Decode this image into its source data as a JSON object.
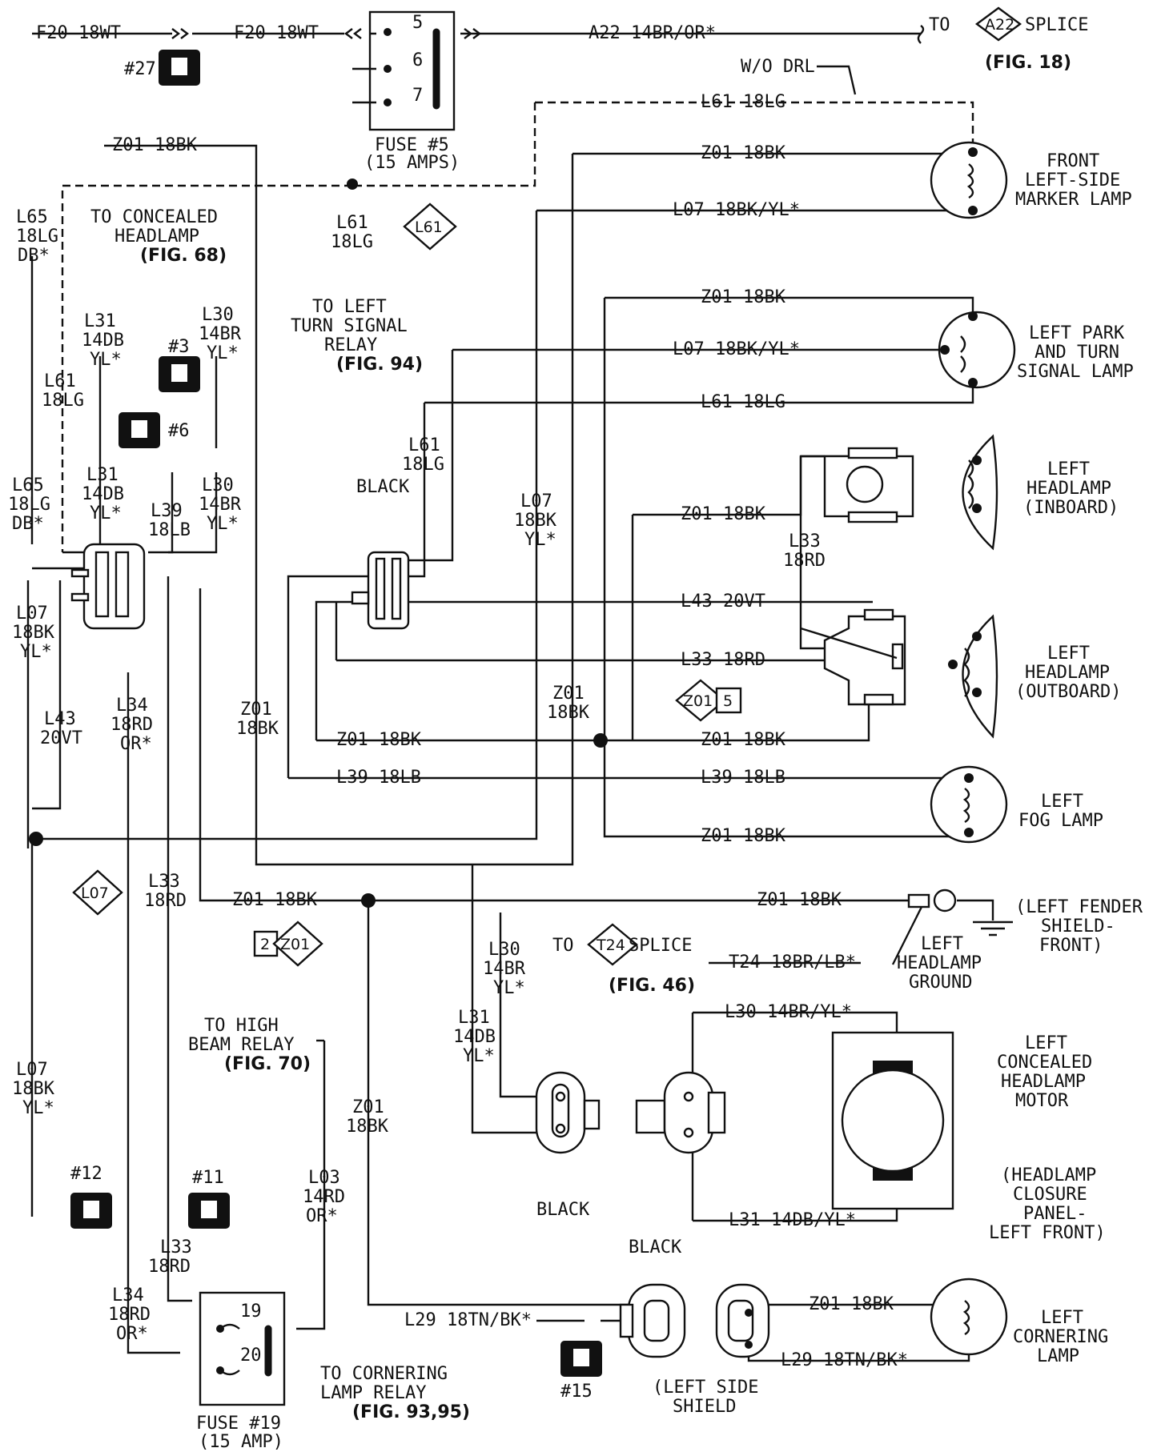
{
  "title": "",
  "wires": {
    "f20_left": "F20 18WT",
    "f20_mid": "F20 18WT",
    "a22": "A22 14BR/OR*",
    "l61_top": "L61 18LG",
    "z01_top": "Z01 18BK",
    "z01_marker": "Z01 18BK",
    "l07_marker": "L07 18BK/YL*",
    "z01_park": "Z01 18BK",
    "l07_park": "L07 18BK/YL*",
    "l61_park": "L61 18LG",
    "z01_inboard": "Z01 18BK",
    "l43_right": "L43 20VT",
    "l33_right": "L33 18RD",
    "z01_mid_left": "Z01 18BK",
    "z01_mid_right": "Z01 18BK",
    "l39_left": "L39 18LB",
    "l39_right": "L39 18LB",
    "z01_fog": "Z01 18BK",
    "z01_ground_left": "Z01 18BK",
    "z01_ground_right": "Z01 18BK",
    "t24": "T24 18BR/LB*",
    "l30_motor": "L30 14BR/YL*",
    "l31_motor": "L31 14DB/YL*",
    "l29_left": "L29 18TN/BK*",
    "z01_corner": "Z01 18BK",
    "l29_corner": "L29 18TN/BK*"
  },
  "stacked_labels": {
    "l65_a": [
      "L65",
      "18LG",
      "DB*"
    ],
    "l65_b": [
      "L65",
      "18LG",
      "DB*"
    ],
    "l61_a": [
      "L61",
      "18LG"
    ],
    "l61_b": [
      "L61",
      "18LG"
    ],
    "l61_c": [
      "L61",
      "18LG"
    ],
    "l31_a": [
      "L31",
      "14DB",
      "YL*"
    ],
    "l31_b": [
      "L31",
      "14DB",
      "YL*"
    ],
    "l31_c": [
      "L31",
      "14DB",
      "YL*"
    ],
    "l30_a": [
      "L30",
      "14BR",
      "YL*"
    ],
    "l30_b": [
      "L30",
      "14BR",
      "YL*"
    ],
    "l30_c": [
      "L30",
      "14BR",
      "YL*"
    ],
    "l39_a": [
      "L39",
      "18LB"
    ],
    "l07_a": [
      "L07",
      "18BK",
      "YL*"
    ],
    "l07_b": [
      "L07",
      "18BK",
      "YL*"
    ],
    "l07_c": [
      "L07",
      "18BK",
      "YL*"
    ],
    "l43_a": [
      "L43",
      "20VT"
    ],
    "l34_a": [
      "L34",
      "18RD",
      "OR*"
    ],
    "l34_b": [
      "L34",
      "18RD",
      "OR*"
    ],
    "z01_a": [
      "Z01",
      "18BK"
    ],
    "z01_b": [
      "Z01",
      "18BK"
    ],
    "z01_c": [
      "Z01",
      "18BK"
    ],
    "l33_a": [
      "L33",
      "18RD"
    ],
    "l33_b": [
      "L33",
      "18RD"
    ],
    "l33_c": [
      "L33",
      "18RD"
    ],
    "l03_a": [
      "L03",
      "14RD",
      "OR*"
    ]
  },
  "components": {
    "marker_lamp": [
      "FRONT",
      "LEFT-SIDE",
      "MARKER LAMP"
    ],
    "park_lamp": [
      "LEFT PARK",
      "AND TURN",
      "SIGNAL LAMP"
    ],
    "headlamp_in": [
      "LEFT",
      "HEADLAMP",
      "(INBOARD)"
    ],
    "headlamp_out": [
      "LEFT",
      "HEADLAMP",
      "(OUTBOARD)"
    ],
    "fog_lamp": [
      "LEFT",
      "FOG LAMP"
    ],
    "fender": [
      "(LEFT FENDER",
      "SHIELD-",
      "FRONT)"
    ],
    "ground": [
      "LEFT",
      "HEADLAMP",
      "GROUND"
    ],
    "motor": [
      "LEFT",
      "CONCEALED",
      "HEADLAMP",
      "MOTOR"
    ],
    "closure": [
      "(HEADLAMP",
      "CLOSURE",
      "PANEL-",
      "LEFT FRONT)"
    ],
    "cornering_lamp": [
      "LEFT",
      "CORNERING",
      "LAMP"
    ],
    "left_side_shield": [
      "(LEFT SIDE",
      "SHIELD"
    ]
  },
  "references": {
    "to_a22": "TO",
    "a22_badge": "A22",
    "a22_splice": "SPLICE",
    "fig18": "(FIG. 18)",
    "wo_drl": "W/O DRL",
    "l61_badge": "L61",
    "to_relay": [
      "TO LEFT",
      "TURN SIGNAL",
      "RELAY",
      "(FIG. 94)"
    ],
    "concealed": [
      "TO CONCEALED",
      "HEADLAMP",
      "(FIG. 68)"
    ],
    "z01_5_badge": "Z01",
    "z01_5_num": "5",
    "l07_badge": "L07",
    "z01_2_badge": "Z01",
    "z01_2_num": "2",
    "to_t24": "TO",
    "t24_badge": "T24",
    "t24_splice": "SPLICE",
    "fig46": "(FIG. 46)",
    "high_beam": [
      "TO HIGH",
      "BEAM RELAY",
      "(FIG. 70)"
    ],
    "cornering_relay": [
      "TO CORNERING",
      "LAMP RELAY",
      "(FIG. 93,95)"
    ],
    "black_1": "BLACK",
    "black_2": "BLACK",
    "black_3": "BLACK"
  },
  "fuses": {
    "fuse5_pins": [
      "5",
      "6",
      "7"
    ],
    "fuse5_label": [
      "FUSE #5",
      "(15 AMPS)"
    ],
    "fuse19_pins": [
      "19",
      "20"
    ],
    "fuse19_label": [
      "FUSE #19",
      "(15 AMP)"
    ]
  },
  "connector_tags": {
    "c27": "#27",
    "c3": "#3",
    "c6": "#6",
    "c12": "#12",
    "c11": "#11",
    "c15": "#15"
  }
}
